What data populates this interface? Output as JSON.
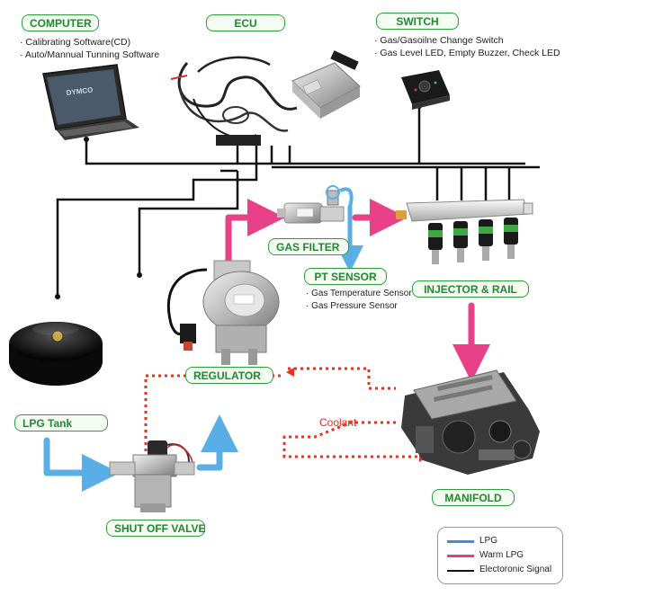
{
  "labels": {
    "computer": "COMPUTER",
    "ecu": "ECU",
    "switch": "SWITCH",
    "gas_filter": "GAS FILTER",
    "pt_sensor": "PT SENSOR",
    "injector_rail": "INJECTOR & RAIL",
    "regulator": "REGULATOR",
    "lpg_tank": "LPG Tank",
    "shut_off_valve": "SHUT OFF VALVE",
    "manifold": "MANIFOLD",
    "coolant": "Coolant",
    "laptop_brand": "DYMCO"
  },
  "descriptions": {
    "computer": [
      "· Calibrating Software(CD)",
      "· Auto/Mannual Tunning Software"
    ],
    "switch": [
      "· Gas/Gasoilne Change Switch",
      "· Gas Level LED, Empty Buzzer, Check LED"
    ],
    "pt_sensor": [
      "· Gas Temperature Sensor",
      "· Gas Pressure Sensor"
    ]
  },
  "legend": {
    "items": [
      {
        "label": "LPG",
        "color": "#3b8fd6"
      },
      {
        "label": "Warm LPG",
        "color": "#e0407e"
      },
      {
        "label": "Electoronic Signal",
        "color": "#111111"
      }
    ]
  },
  "colors": {
    "lpg": "#5aaee6",
    "warm_lpg": "#e8418a",
    "signal": "#111111",
    "coolant": "#e8301e",
    "label_border": "#2e9e3a"
  }
}
